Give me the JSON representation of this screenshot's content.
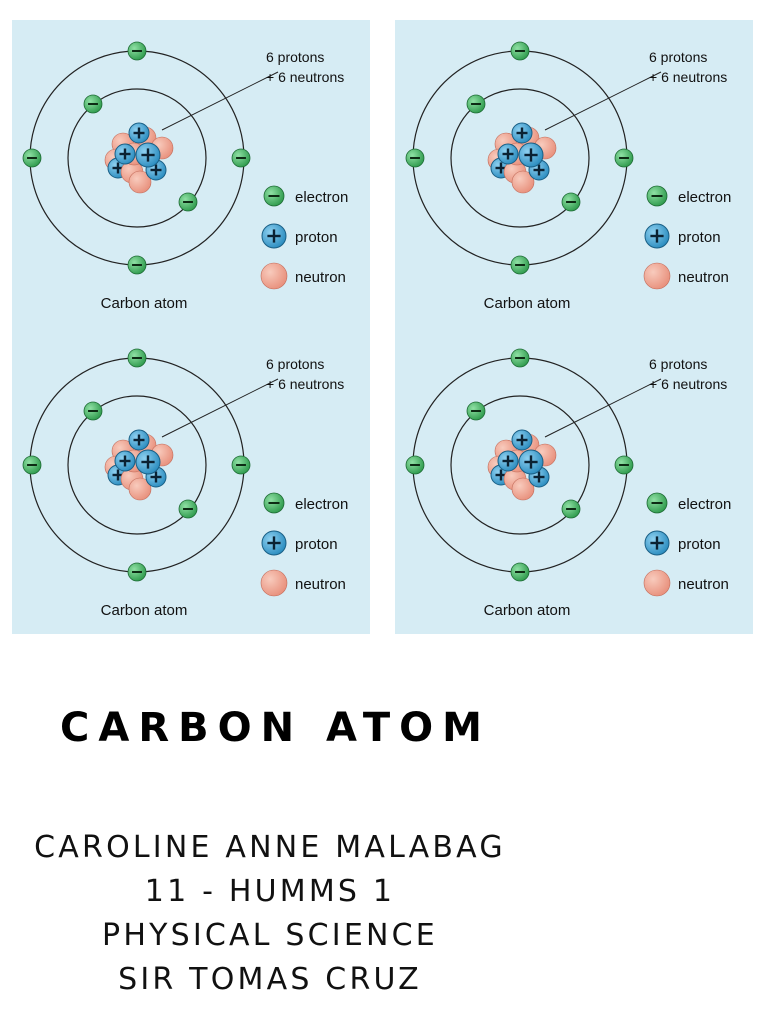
{
  "panels": [
    {
      "caption": "Carbon atom",
      "nucleus_label_line1": "6 protons",
      "nucleus_label_line2": "+ 6 neutrons",
      "legend": [
        "electron",
        "proton",
        "neutron"
      ]
    },
    {
      "caption": "Carbon atom",
      "nucleus_label_line1": "6 protons",
      "nucleus_label_line2": "+ 6 neutrons",
      "legend": [
        "electron",
        "proton",
        "neutron"
      ]
    },
    {
      "caption": "Carbon atom",
      "nucleus_label_line1": "6 protons",
      "nucleus_label_line2": "+ 6 neutrons",
      "legend": [
        "electron",
        "proton",
        "neutron"
      ]
    },
    {
      "caption": "Carbon atom",
      "nucleus_label_line1": "6 protons",
      "nucleus_label_line2": "+ 6 neutrons",
      "legend": [
        "electron",
        "proton",
        "neutron"
      ]
    }
  ],
  "title": "CARBON ATOM",
  "credits": [
    "CAROLINE ANNE MALABAG",
    "11 - HUMMS 1",
    "PHYSICAL SCIENCE",
    "SIR TOMAS CRUZ"
  ],
  "colors": {
    "panel_background": "#d6ecf4",
    "electron": "#2e9a4c",
    "proton": "#2a8cbf",
    "neutron": "#e8907c",
    "orbit": "#222222"
  }
}
